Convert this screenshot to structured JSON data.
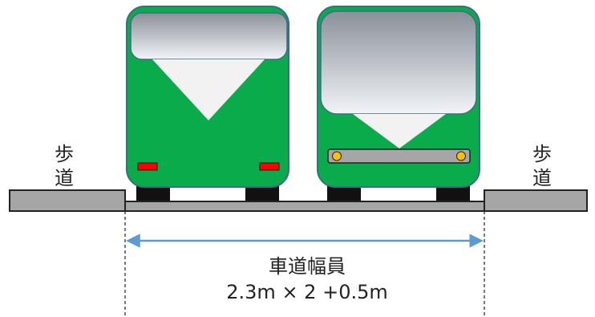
{
  "sidewalk_left": {
    "line1": "歩",
    "line2": "道"
  },
  "sidewalk_right": {
    "line1": "歩",
    "line2": "道"
  },
  "road_width": {
    "title": "車道幅員",
    "formula": "2.3m × 2 +0.5m"
  },
  "colors": {
    "bus_body": "#0aab4a",
    "sidewalk": "#a6a6a6",
    "dimension_arrow": "#5b9bd5",
    "lights_red": "#ff0000",
    "lights_amber": "#ffc000"
  }
}
